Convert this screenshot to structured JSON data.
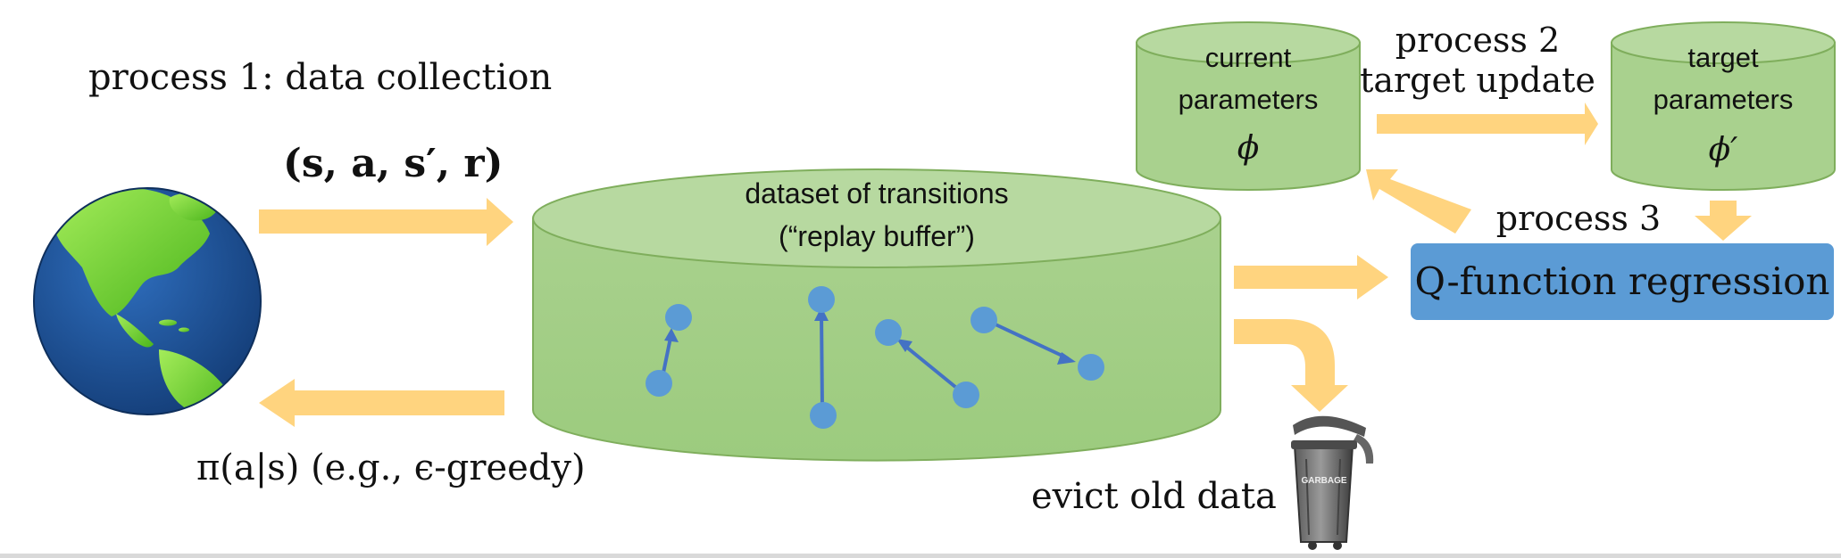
{
  "labels": {
    "process1": "process 1: data collection",
    "tuple": "(s, a, s′, r)",
    "policy": "π(a|s) (e.g., ϵ-greedy)",
    "buffer_line1": "dataset of transitions",
    "buffer_line2": "(“replay buffer”)",
    "current_line1": "current",
    "current_line2": "parameters",
    "current_symbol": "ϕ",
    "process2_line1": "process 2",
    "process2_line2": "target update",
    "target_line1": "target",
    "target_line2": "parameters",
    "target_symbol": "ϕ′",
    "process3": "process 3",
    "qfunction": "Q-function regression",
    "evict": "evict old data",
    "garbage_can_text": "GARBAGE"
  },
  "colors": {
    "cylinder_fill": "#a9d18e",
    "cylinder_top": "#b7d9a0",
    "cylinder_stroke": "#7fae5c",
    "arrow": "#ffd47f",
    "qbox": "#5b9bd5",
    "dot": "#5b9bd5",
    "earth_ocean": "#1f4e8c",
    "earth_land": "#7ed321"
  },
  "icons": [
    "earth-globe-icon",
    "garbage-can-icon"
  ]
}
